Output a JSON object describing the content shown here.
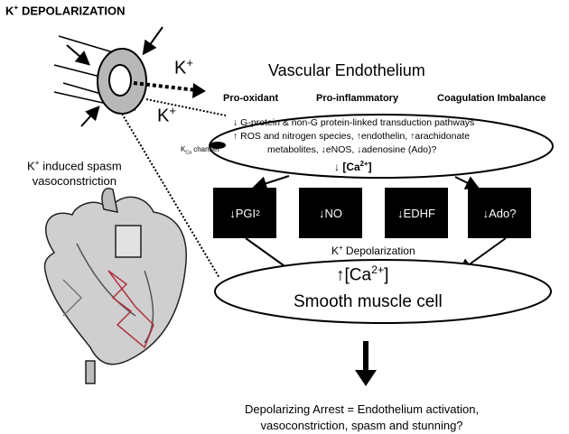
{
  "title": "K",
  "title_sup": "+",
  "title_rest": " DEPOLARIZATION",
  "k_label": "K",
  "k_sup": "+",
  "vascular_title": "Vascular Endothelium",
  "headers": [
    "Pro-oxidant",
    "Pro-inflammatory",
    "Coagulation Imbalance"
  ],
  "endothelium_lines": [
    "↓ G-protein & non-G protein-linked transduction pathways",
    "↑ ROS and nitrogen species, ↑endothelin, ↑arachidonate",
    "metabolites, ↓eNOS, ↓adenosine (Ado)?"
  ],
  "endo_calcium": {
    "prefix": "↓ [Ca",
    "sup": "2+",
    "suffix": "]"
  },
  "kca": {
    "k": "K",
    "sub": "Ca",
    "rest": " channel"
  },
  "spasm": {
    "k": "K",
    "sup": "+",
    "line1_rest": " induced spasm",
    "line2": "vasoconstriction"
  },
  "boxes": [
    {
      "prefix": "↓PGI",
      "sub": "2"
    },
    {
      "prefix": "↓NO",
      "sub": ""
    },
    {
      "prefix": "↓EDHF",
      "sub": ""
    },
    {
      "prefix": "↓Ado?",
      "sub": ""
    }
  ],
  "k_depolarization": {
    "k": "K",
    "sup": "+",
    "rest": " Depolarization"
  },
  "smc_calcium": {
    "prefix": "↑[Ca",
    "sup": "2+",
    "suffix": "]"
  },
  "smc_label": "Smooth muscle cell",
  "outcome_lines": [
    "Depolarizing Arrest = Endothelium activation,",
    "vasoconstriction, spasm and stunning?"
  ]
}
